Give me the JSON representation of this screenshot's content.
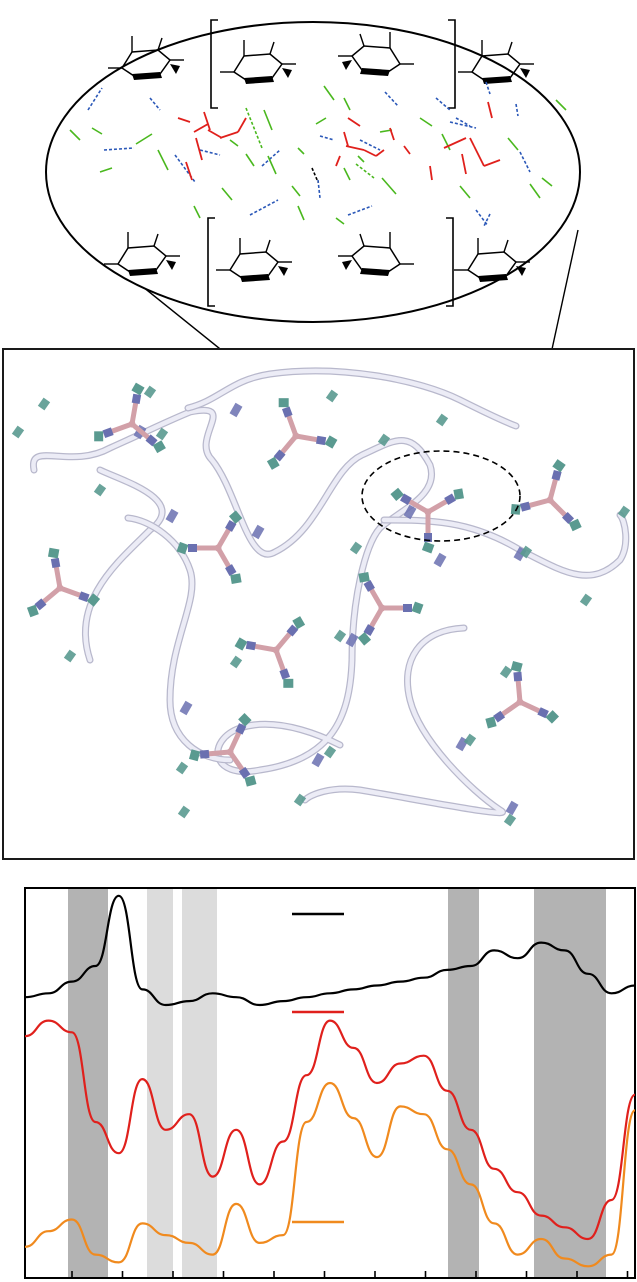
{
  "figure": {
    "panels": [
      "chemistry-zoom-ellipse",
      "network-schematic",
      "spectra-plot"
    ]
  },
  "zoom_ellipse": {
    "repeat_brackets": 2,
    "bond_colors": {
      "backbone": "#000000",
      "crosslinker": "#e0201c",
      "hbond_blue": "#2b58b8",
      "hbond_green": "#4ab81e"
    }
  },
  "network": {
    "polymer_chains": 5,
    "crosslinker_nodes": 10,
    "colors": {
      "chain": "#dcdcec",
      "node_core": "#d2a0a8",
      "arm_blue": "#6a70b0",
      "arm_teal": "#5a9a90",
      "highlight": "#000000"
    }
  },
  "chart_data": {
    "type": "line",
    "title": "",
    "xlabel": "",
    "ylabel": "",
    "x_ticks_count": 12,
    "series": [
      {
        "color": "#000000",
        "y_norm": [
          0.72,
          0.73,
          0.76,
          0.8,
          0.98,
          0.74,
          0.7,
          0.71,
          0.73,
          0.72,
          0.7,
          0.71,
          0.72,
          0.73,
          0.74,
          0.75,
          0.76,
          0.77,
          0.79,
          0.8,
          0.84,
          0.82,
          0.86,
          0.84,
          0.78,
          0.73,
          0.75
        ]
      },
      {
        "color": "#e0201c",
        "y_norm": [
          0.62,
          0.66,
          0.63,
          0.4,
          0.32,
          0.51,
          0.38,
          0.42,
          0.26,
          0.38,
          0.24,
          0.35,
          0.52,
          0.66,
          0.59,
          0.5,
          0.55,
          0.57,
          0.48,
          0.38,
          0.28,
          0.22,
          0.16,
          0.13,
          0.1,
          0.2,
          0.47
        ]
      },
      {
        "color": "#f08a1e",
        "y_norm": [
          0.08,
          0.12,
          0.15,
          0.06,
          0.04,
          0.14,
          0.11,
          0.09,
          0.06,
          0.19,
          0.09,
          0.11,
          0.4,
          0.5,
          0.41,
          0.31,
          0.44,
          0.42,
          0.33,
          0.24,
          0.14,
          0.06,
          0.1,
          0.05,
          0.03,
          0.06,
          0.43
        ]
      }
    ],
    "shaded_bands": [
      {
        "shade": "dark"
      },
      {
        "shade": "light"
      },
      {
        "shade": "light"
      },
      {
        "shade": "dark"
      },
      {
        "shade": "dark"
      }
    ],
    "legend": {
      "placement": "top-center",
      "entries": 3
    }
  }
}
